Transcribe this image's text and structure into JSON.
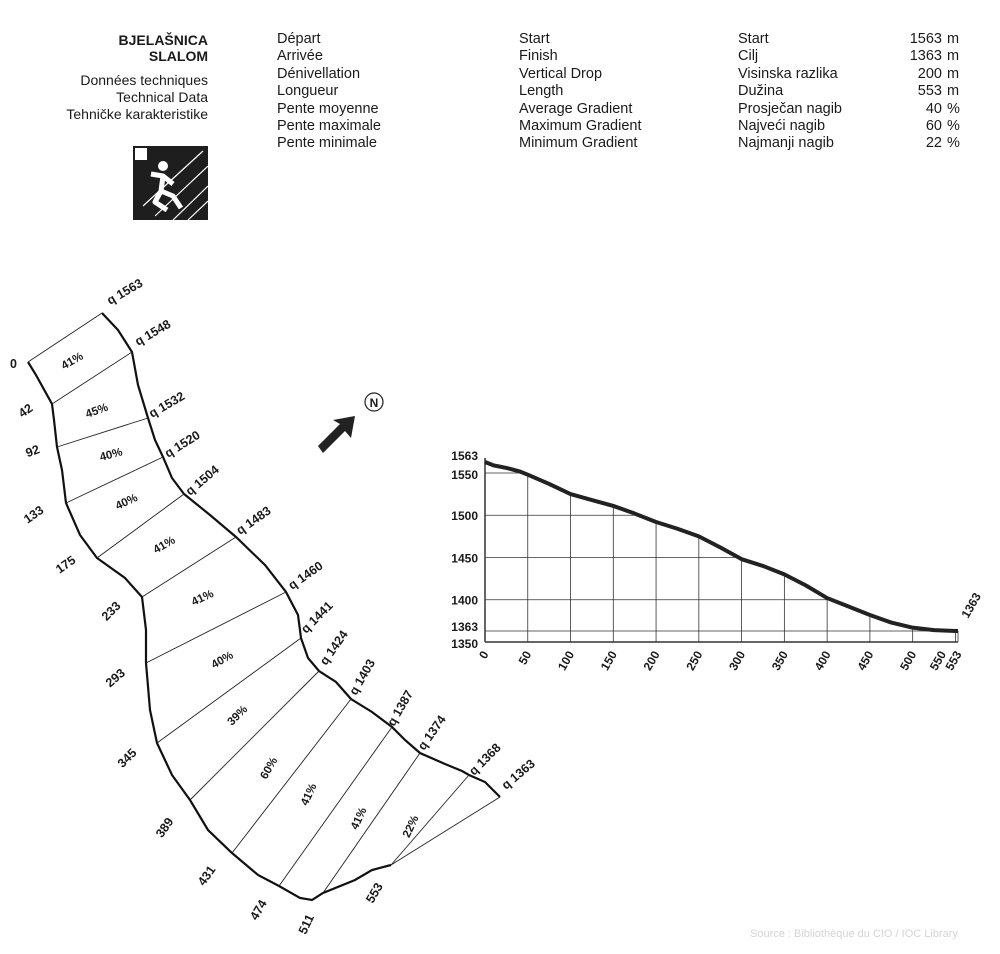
{
  "header": {
    "venue": "BJELAŠNICA",
    "event": "SLALOM",
    "subtitle_fr": "Données techniques",
    "subtitle_en": "Technical Data",
    "subtitle_hr": "Tehničke karakteristike",
    "icon": "slalom-skier-pictogram"
  },
  "technical_data": [
    {
      "fr": "Départ",
      "en": "Start",
      "hr": "Start",
      "value": "1563",
      "unit": "m"
    },
    {
      "fr": "Arrivée",
      "en": "Finish",
      "hr": "Cilj",
      "value": "1363",
      "unit": "m"
    },
    {
      "fr": "Dénivellation",
      "en": "Vertical Drop",
      "hr": "Visinska razlika",
      "value": "200",
      "unit": "m"
    },
    {
      "fr": "Longueur",
      "en": "Length",
      "hr": "Dužina",
      "value": "553",
      "unit": "m"
    },
    {
      "fr": "Pente moyenne",
      "en": "Average Gradient",
      "hr": "Prosječan nagib",
      "value": "40",
      "unit": "%"
    },
    {
      "fr": "Pente maximale",
      "en": "Maximum Gradient",
      "hr": "Najveći nagib",
      "value": "60",
      "unit": "%"
    },
    {
      "fr": "Pente minimale",
      "en": "Minimum Gradient",
      "hr": "Najmanji nagib",
      "value": "22",
      "unit": "%"
    }
  ],
  "course_map": {
    "north_label": "N",
    "distance_markers": [
      "0",
      "42",
      "92",
      "133",
      "175",
      "233",
      "293",
      "345",
      "389",
      "431",
      "474",
      "511",
      "553"
    ],
    "elevation_markers": [
      "q 1563",
      "q 1548",
      "q 1532",
      "q 1520",
      "q 1504",
      "q 1483",
      "q 1460",
      "q 1441",
      "q 1424",
      "q 1403",
      "q 1387",
      "q 1374",
      "q 1368",
      "q 1363"
    ],
    "section_gradients": [
      "41%",
      "45%",
      "40%",
      "40%",
      "41%",
      "41%",
      "40%",
      "39%",
      "60%",
      "41%",
      "41%",
      "22%"
    ]
  },
  "chart_data": {
    "type": "line",
    "title": "",
    "xlabel": "",
    "ylabel": "",
    "xlim": [
      0,
      553
    ],
    "ylim": [
      1350,
      1563
    ],
    "x_ticks": [
      "0",
      "50",
      "100",
      "150",
      "200",
      "250",
      "300",
      "350",
      "400",
      "450",
      "500",
      "550",
      "553"
    ],
    "y_ticks": [
      "1350",
      "1363",
      "1400",
      "1450",
      "1500",
      "1550",
      "1563"
    ],
    "end_label": "1363",
    "grid": true,
    "series": [
      {
        "name": "profile",
        "x": [
          0,
          10,
          25,
          40,
          50,
          75,
          100,
          125,
          150,
          175,
          200,
          225,
          250,
          275,
          300,
          325,
          350,
          375,
          400,
          425,
          450,
          475,
          500,
          525,
          550,
          553
        ],
        "y": [
          1563,
          1559,
          1556,
          1552,
          1548,
          1537,
          1525,
          1518,
          1511,
          1502,
          1492,
          1484,
          1475,
          1462,
          1448,
          1440,
          1430,
          1417,
          1402,
          1392,
          1382,
          1373,
          1367,
          1364,
          1363,
          1363
        ]
      }
    ]
  },
  "footer": {
    "source": "Source : Bibliothèque du CIO / IOC Library"
  }
}
